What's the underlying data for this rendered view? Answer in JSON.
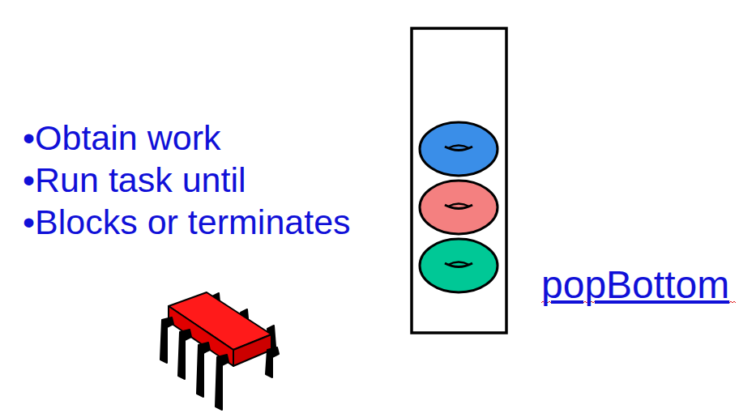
{
  "diagram": {
    "labels": [
      "•Obtain work",
      "•Run task until",
      "•Blocks or terminates",
      "popBottom"
    ]
  }
}
